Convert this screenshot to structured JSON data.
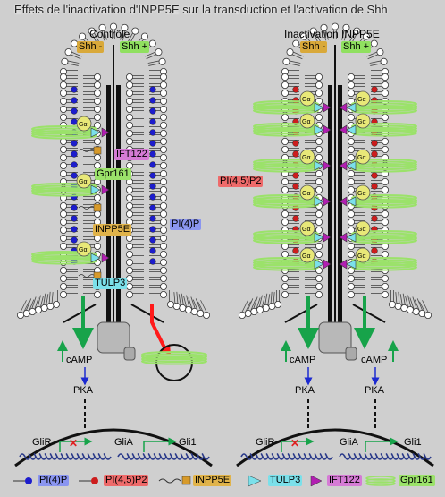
{
  "title": "Effets de l'inactivation d'INPP5E sur la transduction et l'activation de Shh",
  "panels": [
    {
      "title": "Contrôle",
      "shh_minus": "Shh -",
      "shh_plus": "Shh +",
      "labels": {
        "ift122": "IFT122",
        "gpr161": "Gpr161",
        "inpp5e": "INPP5E",
        "pi4p": "PI(4)P",
        "tulp3": "TULP3",
        "camp": "cAMP",
        "pka": "PKA",
        "glir": "GliR",
        "glia": "GliA",
        "gli1": "Gli1"
      }
    },
    {
      "title": "Inactivation INPP5E",
      "shh_minus": "Shh -",
      "shh_plus": "Shh +",
      "labels": {
        "pi45p2": "PI(4,5)P2",
        "camp_left": "cAMP",
        "camp_right": "cAMP",
        "pka_left": "PKA",
        "pka_right": "PKA",
        "glir": "GliR",
        "glia": "GliA",
        "gli1": "Gli1"
      }
    }
  ],
  "galpha": "Gα",
  "legend": [
    {
      "icon": "pi4p-icon",
      "label": "PI(4)P",
      "color": "#6f7de8"
    },
    {
      "icon": "pi45p2-icon",
      "label": "PI(4,5)P2",
      "color": "#e85a5a"
    },
    {
      "icon": "inpp5e-icon",
      "label": "INPP5E",
      "color": "#e0a030"
    },
    {
      "icon": "tulp3-icon",
      "label": "TULP3",
      "color": "#70d8e8"
    },
    {
      "icon": "ift122-icon",
      "label": "IFT122",
      "color": "#c040c0"
    },
    {
      "icon": "gpr161-icon",
      "label": "Gpr161",
      "color": "#90e060"
    }
  ],
  "colors": {
    "pi4p": "#1d1dcc",
    "pi45p2": "#cc1d1d",
    "gpr161": "#9be26a",
    "tulp3": "#7be0ea",
    "ift122": "#b21fb2",
    "inpp5e": "#d79a2a",
    "arrow_green": "#17a34a",
    "arrow_red": "#ff1a1a",
    "arrow_blue": "#1c2ad0"
  }
}
